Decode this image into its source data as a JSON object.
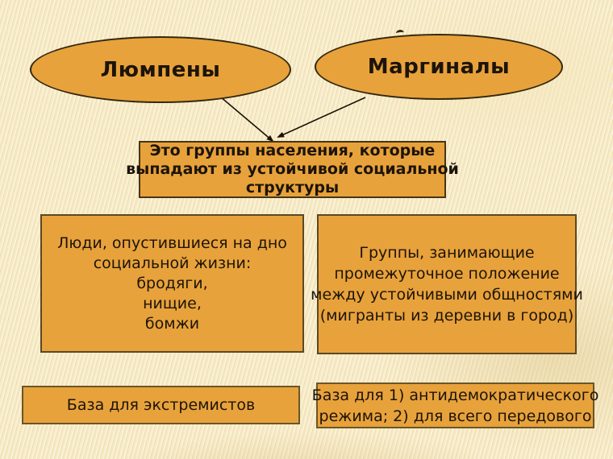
{
  "slide": {
    "background_color": "#F6E9C3",
    "shape_fill_color": "#E8A23B",
    "shape_border_color": "#4A3A1C",
    "text_color": "#1C140A",
    "arrow_color": "#1A1208"
  },
  "diagram": {
    "ellipses": [
      {
        "id": "lumpens",
        "label": "Люмпены"
      },
      {
        "id": "marginals",
        "label": "Маргиналы"
      }
    ],
    "definition_box": {
      "lines": [
        "Это группы населения, которые",
        "выпадают из устойчивой социальной",
        "структуры"
      ]
    },
    "detail_boxes": [
      {
        "id": "lumpens-detail",
        "lines": [
          "Люди, опустившиеся на дно",
          "социальной жизни:",
          "бродяги,",
          "нищие,",
          "бомжи"
        ]
      },
      {
        "id": "marginals-detail",
        "lines": [
          "Группы, занимающие",
          "промежуточное положение",
          "между устойчивыми общностями",
          "(мигранты из деревни в город)"
        ]
      }
    ],
    "base_boxes": [
      {
        "id": "extremists-base",
        "lines": [
          "База для экстремистов"
        ]
      },
      {
        "id": "regime-base",
        "lines": [
          "База для 1) антидемократического",
          "режима; 2) для всего передового"
        ]
      }
    ]
  }
}
